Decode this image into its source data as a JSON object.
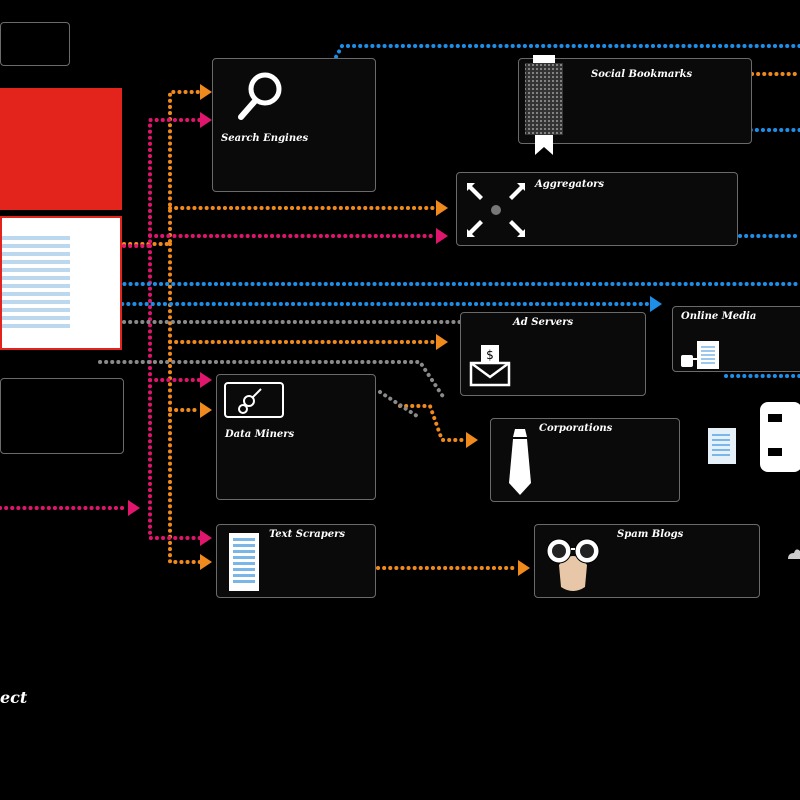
{
  "corner_label": {
    "text": ""
  },
  "red_box": {
    "title": ""
  },
  "left_lower": {
    "text": ""
  },
  "bottom_text": "ect",
  "nodes": [
    {
      "id": "search-engines",
      "title": "Search Engines",
      "icon": "magnifier-icon"
    },
    {
      "id": "social-bookmarks",
      "title": "Social Bookmarks",
      "icon": "bookmark-icon"
    },
    {
      "id": "aggregators",
      "title": "Aggregators",
      "icon": "converge-arrows-icon"
    },
    {
      "id": "online-media",
      "title": "Online Media",
      "icon": "newspaper-icon"
    },
    {
      "id": "ad-servers",
      "title": "Ad Servers",
      "icon": "envelope-icon"
    },
    {
      "id": "data-miners",
      "title": "Data Miners",
      "icon": "gender-symbol-icon"
    },
    {
      "id": "corporations",
      "title": "Corporations",
      "icon": "necktie-icon"
    },
    {
      "id": "text-scrapers",
      "title": "Text Scrapers",
      "icon": "document-icon"
    },
    {
      "id": "spam-blogs",
      "title": "Spam Blogs",
      "icon": "disguise-glasses-icon"
    }
  ],
  "colors": {
    "orange": "#f08a1c",
    "magenta": "#e0166e",
    "blue": "#1e8fe8",
    "gray": "#8a8a8a",
    "red": "#e3241d",
    "background": "#000000"
  }
}
